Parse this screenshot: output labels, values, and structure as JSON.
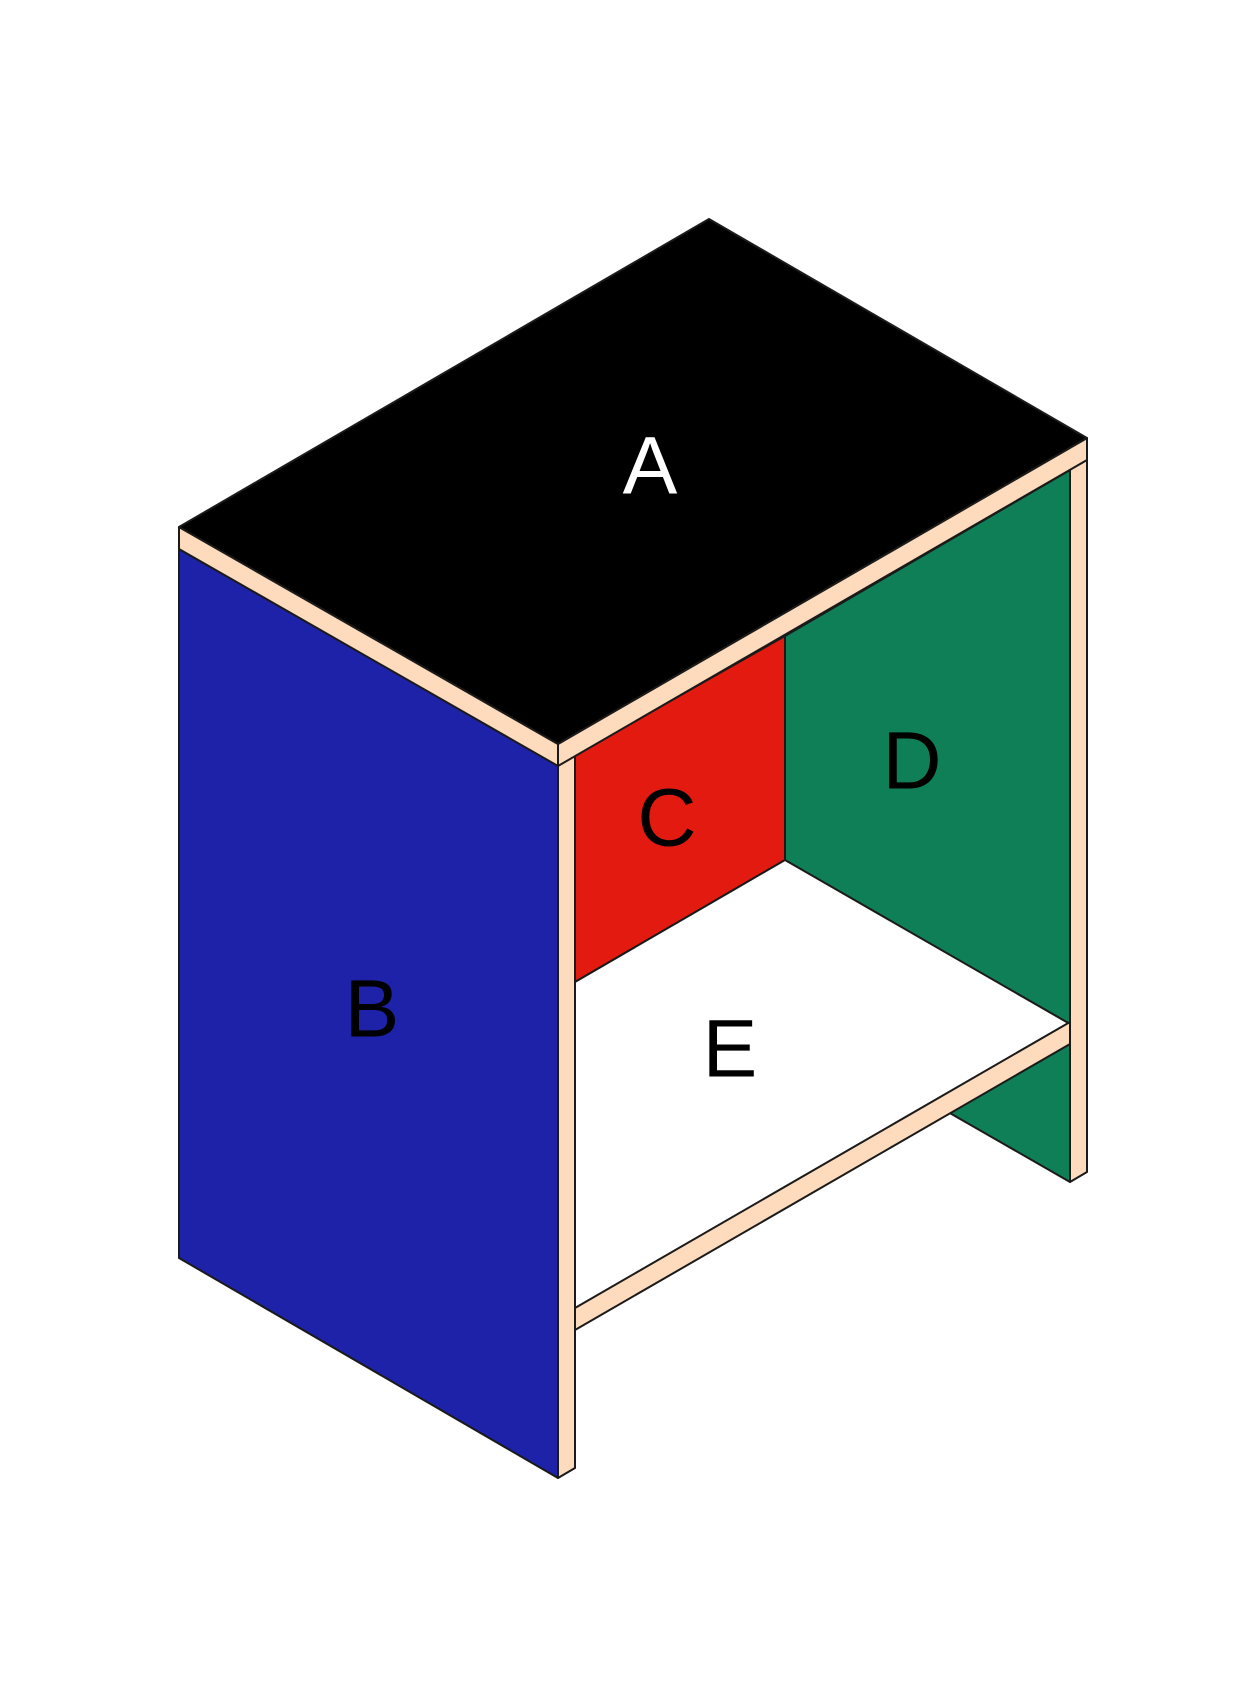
{
  "panels": [
    {
      "id": "A",
      "label": "A",
      "color": "#000000",
      "text_color": "#ffffff"
    },
    {
      "id": "B",
      "label": "B",
      "color": "#1e22a8",
      "text_color": "#000000"
    },
    {
      "id": "C",
      "label": "C",
      "color": "#e31a10",
      "text_color": "#000000"
    },
    {
      "id": "D",
      "label": "D",
      "color": "#0f7f57",
      "text_color": "#000000"
    },
    {
      "id": "E",
      "label": "E",
      "color": "#ffffff",
      "text_color": "#000000"
    }
  ],
  "edge_color": "#fddbbc",
  "outline_color": "#1a1a1a"
}
